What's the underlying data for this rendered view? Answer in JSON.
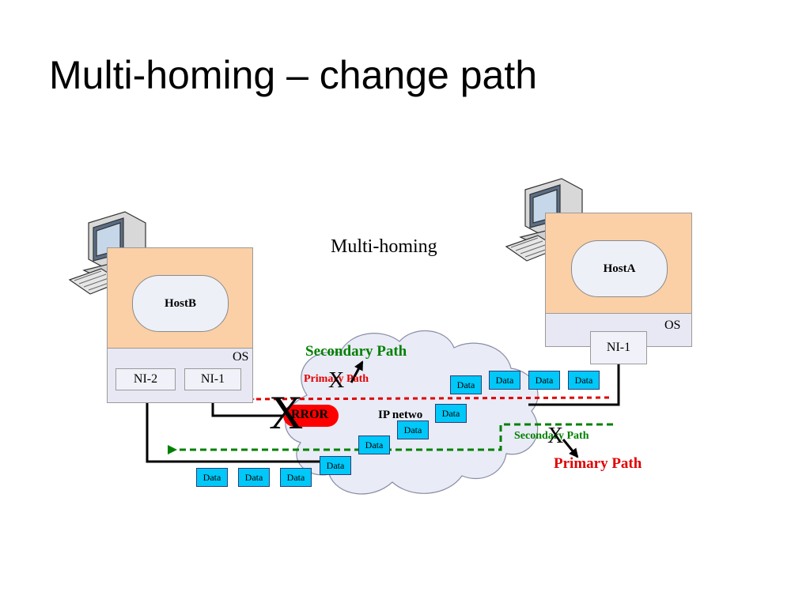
{
  "title": "Multi-homing – change path",
  "diagram_label": "Multi-homing",
  "hostB": {
    "name": "HostB",
    "os": "OS",
    "ni_left": "NI-2",
    "ni_right": "NI-1"
  },
  "hostA": {
    "name": "HostA",
    "os": "OS",
    "ni": "NI-1"
  },
  "cloud": {
    "label": "IP  netwo",
    "error": "RROR"
  },
  "paths": {
    "secondary_top": "Secondary Path",
    "primary_top": "Primary Path",
    "secondary_right": "Secondary Path",
    "primary_right": "Primary Path"
  },
  "marks": {
    "big_x": "X",
    "small_x": "X"
  },
  "data_blocks": {
    "label": "Data",
    "top_row_count": 4,
    "stair_count": 4,
    "bottom_row_count": 3
  },
  "colors": {
    "host_fill": "#fbd0a6",
    "os_band": "#e8e8f4",
    "cloud_fill": "#e9ebf6",
    "data_fill": "#00c8f8",
    "primary_red": "#e00000",
    "secondary_green": "#008000",
    "error_red": "#ff0000"
  },
  "icons": [
    "desktop-computer-icon-hostB",
    "desktop-computer-icon-hostA"
  ]
}
